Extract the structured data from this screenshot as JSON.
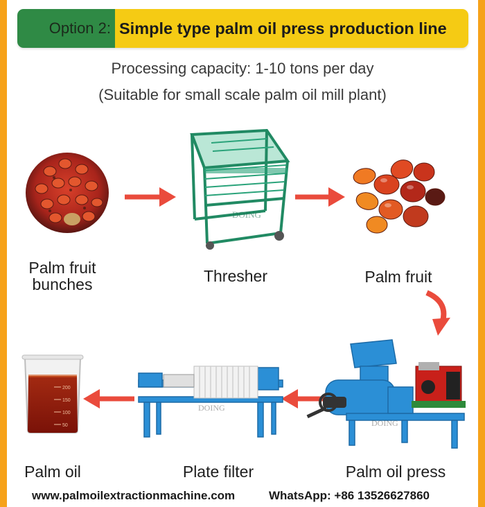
{
  "header": {
    "option_label": "Option 2:",
    "title": "Simple type palm oil press production line"
  },
  "subtitle": {
    "capacity": "Processing capacity: 1-10 tons per day",
    "suitability": "(Suitable for small scale palm oil mill plant)"
  },
  "steps": [
    {
      "label_line1": "Palm fruit",
      "label_line2": "bunches",
      "icon": "palm-fruit-bunch-icon"
    },
    {
      "label": "Thresher",
      "icon": "thresher-machine-icon"
    },
    {
      "label": "Palm fruit",
      "icon": "palm-fruit-icon"
    },
    {
      "label": "Palm oil press",
      "icon": "palm-oil-press-machine-icon"
    },
    {
      "label": "Plate filter",
      "icon": "plate-filter-machine-icon"
    },
    {
      "label": "Palm oil",
      "icon": "oil-beaker-icon"
    }
  ],
  "watermark": "DOING",
  "beaker_ticks": [
    "200",
    "150",
    "100",
    "50"
  ],
  "footer": {
    "website": "www.palmoilextractionmachine.com",
    "whatsapp": "WhatsApp: +86 13526627860"
  },
  "colors": {
    "frame": "#f6a21a",
    "header_tag": "#2f8a45",
    "header_title": "#f5cb14",
    "arrow": "#ea4b3c",
    "thresher": "#2aa37a",
    "machine_blue": "#2b8fd6"
  }
}
